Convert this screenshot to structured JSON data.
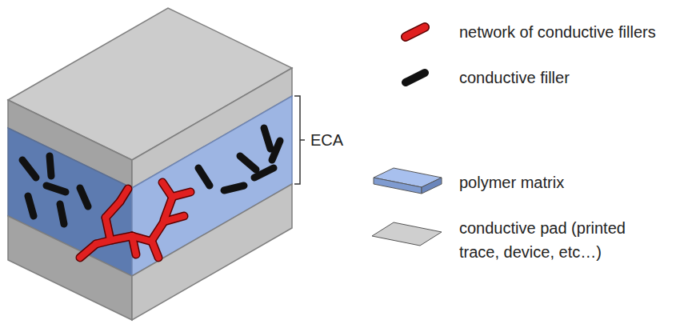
{
  "diagram": {
    "labels": [
      "ECA"
    ],
    "legend": [
      {
        "text": "network of conductive fillers"
      },
      {
        "text": "conductive filler"
      },
      {
        "text": "polymer matrix"
      },
      {
        "text": "conductive pad (printed trace, device, etc…)"
      }
    ]
  }
}
